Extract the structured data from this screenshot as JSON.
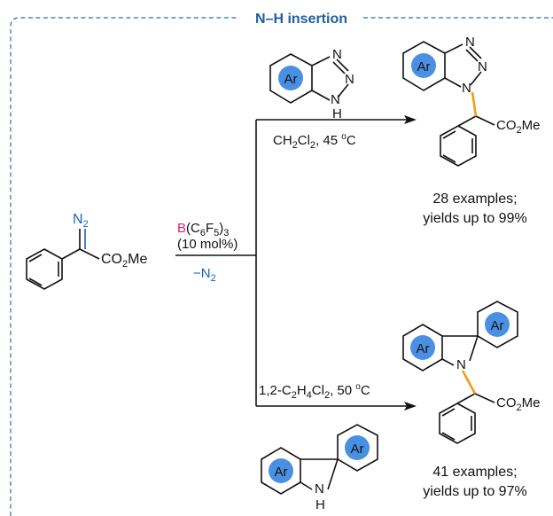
{
  "section": {
    "title": "N–H insertion"
  },
  "colors": {
    "frame": "#2e6da4",
    "title": "#1f5fa0",
    "ar_fill": "#4a90e2",
    "new_bond": "#f39c12",
    "boron": "#d81b7a",
    "nitrogen2": "#1565c0"
  },
  "start_material": {
    "diazo_label": "N",
    "diazo_sub": "2",
    "ester_label": "CO",
    "ester_sub": "2",
    "ester_tail": "Me"
  },
  "catalyst": {
    "element": "B",
    "ligand_open": "(C",
    "ligand_sub1": "6",
    "ligand_mid": "F",
    "ligand_sub2": "5",
    "ligand_close": ")",
    "ligand_count": "3",
    "loading": "(10 mol%)",
    "byproduct": "−N",
    "byproduct_sub": "2"
  },
  "labels": {
    "ar": "Ar",
    "n": "N",
    "h": "H"
  },
  "top_reaction": {
    "cond_a": "CH",
    "cond_a_sub": "2",
    "cond_b": "Cl",
    "cond_b_sub": "2",
    "cond_tail": ", 45 ",
    "cond_deg": "o",
    "cond_unit": "C",
    "product_ester": "CO",
    "product_ester_sub": "2",
    "product_ester_tail": "Me",
    "examples": "28 examples;",
    "yields": "yields up to 99%"
  },
  "bottom_reaction": {
    "cond_a": "1,2-C",
    "cond_a_sub": "2",
    "cond_b": "H",
    "cond_b_sub": "4",
    "cond_c": "Cl",
    "cond_c_sub": "2",
    "cond_tail": ", 50 ",
    "cond_deg": "o",
    "cond_unit": "C",
    "product_ester": "CO",
    "product_ester_sub": "2",
    "product_ester_tail": "Me",
    "examples": "41 examples;",
    "yields": "yields up to 97%"
  }
}
